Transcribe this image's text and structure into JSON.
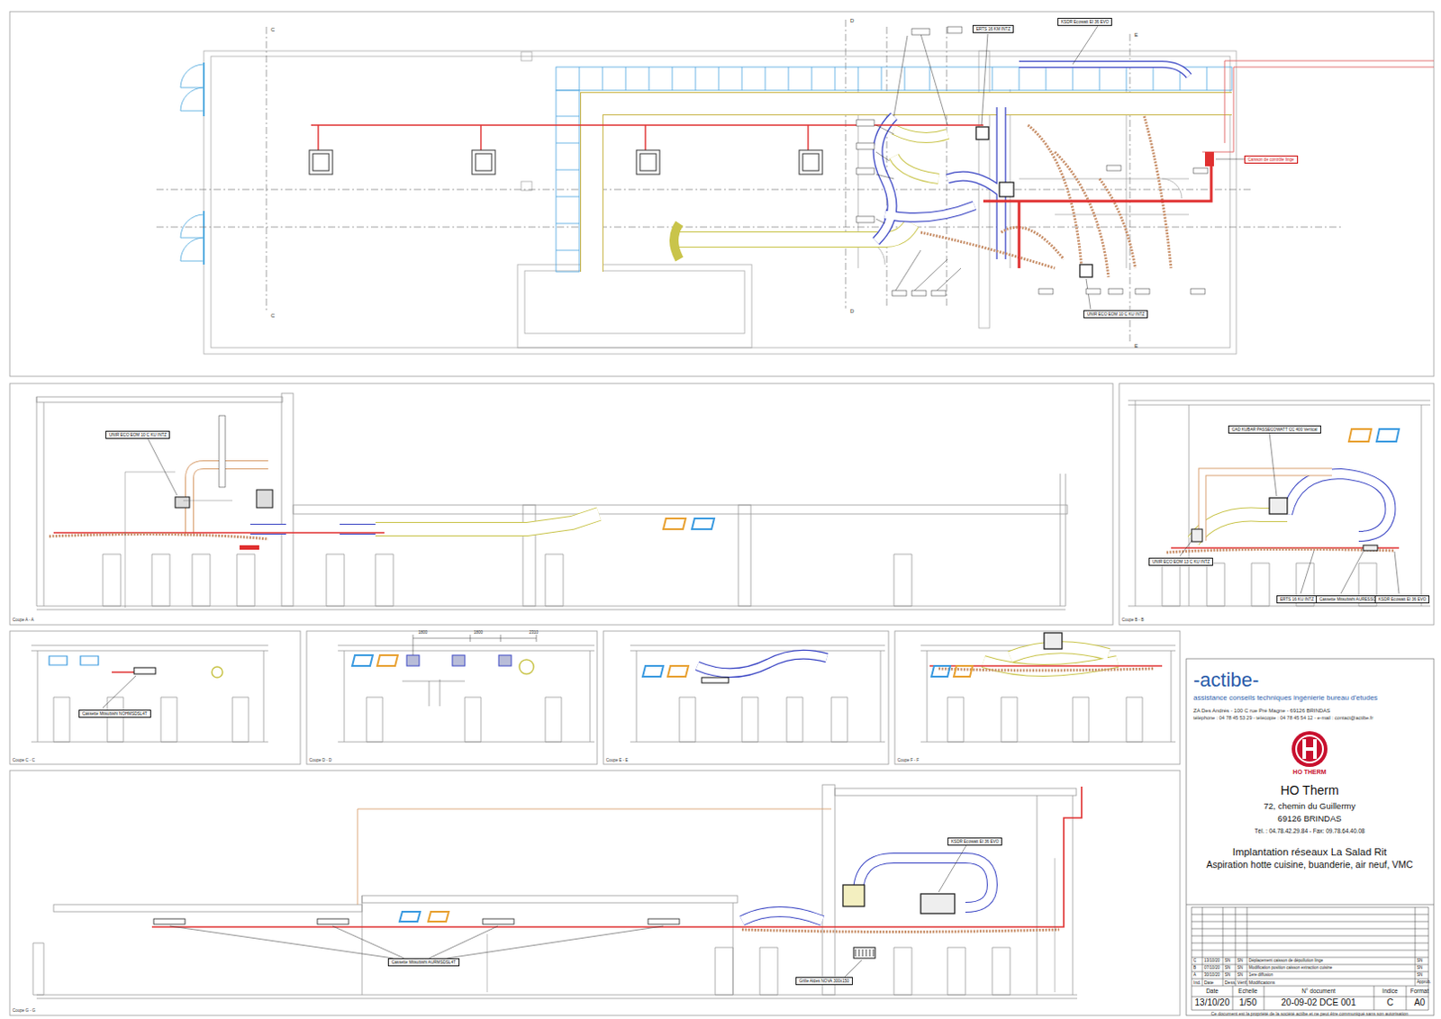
{
  "diagram": {
    "title": "Implantation réseaux La Salad Rit",
    "nodes": [
      {
        "text": [
          "KSDR Ecowatt EI 36 EVO"
        ]
      },
      {
        "text": [
          "ERTS 16 KM INTZ"
        ]
      },
      {
        "text": [
          "Caisson de contrôle linge"
        ]
      },
      {
        "text": [
          "UNIR ECO EOM 10 C KU INTZ"
        ]
      },
      {
        "text": [
          "UNIR ECO EOM 10 C KU INTZ"
        ]
      },
      {
        "text": [
          "CAD KUBAR PASSECOWATT CC 400 Vertical"
        ]
      },
      {
        "text": [
          "UNIR ECO EOM 13 C KU INTZ"
        ]
      },
      {
        "text": [
          "ERTS 16 KU INTZ"
        ]
      },
      {
        "text": [
          "Cassette Mitsubishi AURESSOL4T"
        ]
      },
      {
        "text": [
          "KSDR Ecowatt EI 36 EVO"
        ]
      },
      {
        "text": [
          "Cassette Mitsubishi NOHMSDSL4T"
        ]
      },
      {
        "text": [
          "KSDR Ecowatt EI 36 EVO"
        ]
      },
      {
        "text": [
          "Cassette Mitsubishi AURMSDSL4T"
        ]
      },
      {
        "text": [
          "Grille Aldes NOVA 300x150"
        ]
      }
    ],
    "labels": [
      "-actibe-",
      "assistance conseils techniques ingénierie bureau d'etudes",
      "ZA Des Andrés - 100 C rue Pré Magne - 69126 BRINDAS",
      "téléphone : 04 78 45 53 29 - télécopie : 04 78 45 54 12 - e-mail : contact@actibe.fr",
      "HO THERM",
      "HO Therm",
      "72, chemin du Guillermy",
      "69126 BRINDAS",
      "Tél. : 04.78.42.29.84 - Fax: 09.78.64.40.08",
      "Aspiration hotte cuisine, buanderie, air neuf, VMC",
      "C",
      "13/10/20",
      "SN",
      "SN",
      "Déplacement caisson de dépollution linge",
      "SN",
      "B",
      "07/10/20",
      "SN",
      "SN",
      "Modification position caisson extraction cuisine",
      "SN",
      "A",
      "30/10/20",
      "SN",
      "SN",
      "1ere diffusion",
      "SN",
      "Ind.",
      "Date",
      "Dess.",
      "Vérif.",
      "Modifications",
      "Approb.",
      "Date",
      "Echelle",
      "N° document",
      "Indice",
      "Format",
      "13/10/20",
      "1/50",
      "20-09-02 DCE 001",
      "C",
      "A0",
      "Ce document est la propriété de la société actibe et ne peut être communiqué sans son autorisation",
      "Coupe A - A",
      "Coupe B - B",
      "Coupe C - C",
      "Coupe D - D",
      "Coupe E - E",
      "Coupe F - F",
      "Coupe G - G",
      "1800",
      "1800",
      "2310",
      "C",
      "C",
      "D",
      "D",
      "E",
      "E"
    ]
  }
}
